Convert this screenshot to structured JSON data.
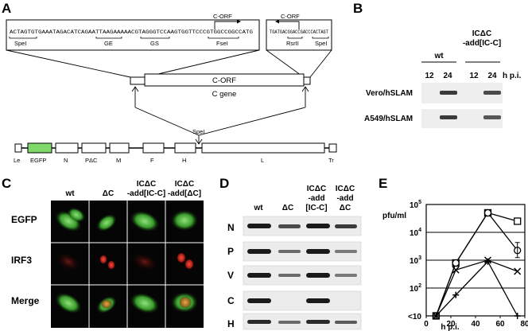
{
  "panels": {
    "a": {
      "letter": "A",
      "seq_left": "ACTAGTGTGAAATAGACATCAGAATTAAGAAAAACGTAGGGTCCAAGTGGTTCCCGTGGCCGGCCATG",
      "seq_right": "TGATGACGGACCGACCCACTAGT",
      "corf_left": "C-ORF",
      "corf_right": "C-ORF",
      "sites_left": [
        "SpeI",
        "GE",
        "GS",
        "FseI"
      ],
      "sites_right": [
        "RsrII",
        "SpeI"
      ],
      "gene_box": "C-ORF",
      "gene_name": "C gene",
      "spei": "SpeI",
      "genome": [
        "Le",
        "EGFP",
        "N",
        "PΔC",
        "M",
        "F",
        "H",
        "L",
        "Tr"
      ]
    },
    "b": {
      "letter": "B",
      "col_wt": "wt",
      "col_mut": [
        "ICΔC",
        "-add[IC-C]"
      ],
      "times": [
        "12",
        "24",
        "12",
        "24"
      ],
      "unit": "h p.i.",
      "rows": [
        "Vero/hSLAM",
        "A549/hSLAM"
      ]
    },
    "c": {
      "letter": "C",
      "cols": [
        [
          "wt"
        ],
        [
          "ΔC"
        ],
        [
          "ICΔC",
          "-add[IC-C]"
        ],
        [
          "ICΔC",
          "-add[ΔC]"
        ]
      ],
      "rows": [
        "EGFP",
        "IRF3",
        "Merge"
      ]
    },
    "d": {
      "letter": "D",
      "cols": [
        [
          "wt"
        ],
        [
          "ΔC"
        ],
        [
          "ICΔC",
          "-add",
          "[IC-C]"
        ],
        [
          "ICΔC",
          "-add",
          "ΔC"
        ]
      ],
      "rows": [
        "N",
        "P",
        "V",
        "C",
        "H"
      ]
    },
    "e": {
      "letter": "E",
      "ylabel": "pfu/ml",
      "xlabel": "h p.i.",
      "yticks": [
        "10^5",
        "10^4",
        "10^3",
        "10^2",
        "<10"
      ]
    }
  },
  "chart_data": {
    "type": "line",
    "xlabel": "h p.i.",
    "ylabel": "pfu/ml",
    "x_ticks": [
      0,
      20,
      40,
      60,
      80
    ],
    "xlim": [
      0,
      80
    ],
    "y_scale": "log",
    "y_tick_labels": [
      "<10",
      "10^2",
      "10^3",
      "10^4",
      "10^5"
    ],
    "ylim_log10": [
      1,
      5
    ],
    "grid": "horizontal",
    "series": [
      {
        "marker": "square",
        "x": [
          8,
          24,
          50,
          74
        ],
        "log10_y": [
          1,
          2.9,
          4.7,
          4.4
        ]
      },
      {
        "marker": "circle",
        "x": [
          8,
          24,
          50,
          74
        ],
        "log10_y": [
          1,
          2.9,
          4.7,
          3.35
        ],
        "error_at_x": 74
      },
      {
        "marker": "cross",
        "x": [
          8,
          24,
          50,
          74
        ],
        "log10_y": [
          1,
          2.65,
          3.0,
          2.6
        ]
      },
      {
        "marker": "plus",
        "x": [
          8,
          24,
          50,
          74
        ],
        "log10_y": [
          1,
          1.75,
          2.95,
          1
        ]
      }
    ]
  }
}
